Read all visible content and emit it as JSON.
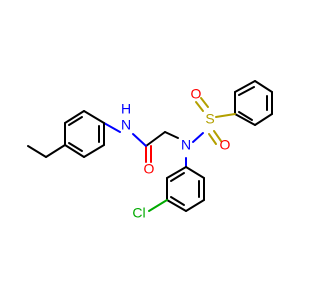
{
  "molecule": {
    "atoms": {
      "nh": "N",
      "h": "H",
      "o_carbonyl": "O",
      "n_sulfonamide": "N",
      "s": "S",
      "o_s_left": "O",
      "o_s_right": "O",
      "cl": "Cl"
    },
    "colors": {
      "nitrogen": "#0000ff",
      "oxygen": "#ff0000",
      "sulfur": "#b3a000",
      "chlorine": "#00aa00",
      "carbon": "#000000"
    }
  }
}
